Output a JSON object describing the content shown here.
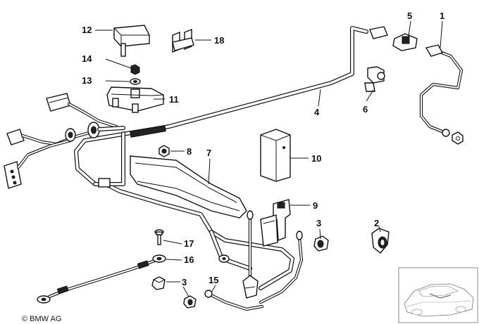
{
  "callouts": {
    "p1": "1",
    "p2": "2",
    "p3a": "3",
    "p3b": "3",
    "p4": "4",
    "p5": "5",
    "p6": "6",
    "p7": "7",
    "p8": "8",
    "p9": "9",
    "p10": "10",
    "p11": "11",
    "p12": "12",
    "p13": "13",
    "p14": "14",
    "p15": "15",
    "p16": "16",
    "p17": "17",
    "p18": "18"
  },
  "copyright": "© BMW AG",
  "icons": {
    "vehicle": "car-silhouette-icon"
  }
}
